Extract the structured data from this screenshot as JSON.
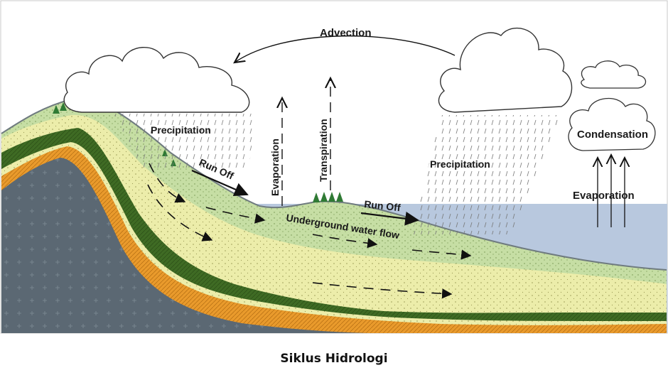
{
  "labels": {
    "advection": "Advection",
    "precipitation_left": "Precipitation",
    "precipitation_right": "Precipitation",
    "evaporation_vertical": "Evaporation",
    "transpiration": "Transpiration",
    "run_off_upper": "Run Off",
    "run_off_lower": "Run Off",
    "underground_flow": "Underground water flow",
    "condensation": "Condensation",
    "evaporation_right": "Evaporation"
  },
  "caption": "Siklus Hidrologi",
  "colors": {
    "sky": "#ffffff",
    "water": "#b8c8de",
    "bedrock": "#5b6873",
    "orange_layer": "#e99a2c",
    "dark_green_layer": "#3f6b24",
    "yellow_layer": "#ecedaa",
    "light_green_layer": "#c6dea4",
    "tree": "#2f7a34"
  }
}
